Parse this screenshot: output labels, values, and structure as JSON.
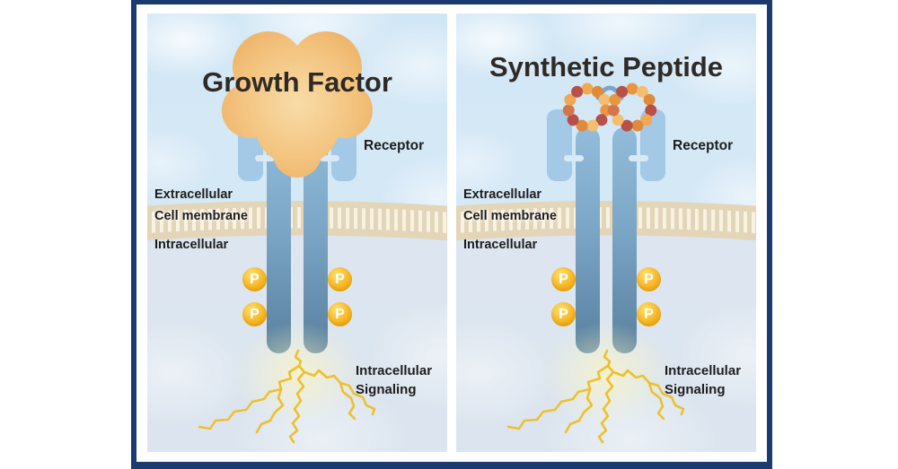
{
  "frame": {
    "border_color": "#1b3a70"
  },
  "panels": [
    {
      "title": "Growth Factor",
      "ligand_name": "growth-factor-blob"
    },
    {
      "title": "Synthetic Peptide",
      "ligand_name": "cyclic-peptide-bead-rings"
    }
  ],
  "labels": {
    "receptor": "Receptor",
    "extracellular": "Extracellular",
    "cell_membrane": "Cell membrane",
    "intracellular": "Intracellular",
    "signaling_line1": "Intracellular",
    "signaling_line2": "Signaling",
    "phosphate": "P"
  },
  "colors": {
    "border_navy": "#1b3a70",
    "panel_background": "#d5e8f6",
    "receptor_arm": "#a3c9e6",
    "receptor_stem_top": "#93bcdb",
    "receptor_stem_bottom": "#587f9e",
    "membrane_base": "#e3d5b8",
    "membrane_stripe": "#f8f2e3",
    "growth_factor_center": "#f8dca8",
    "growth_factor_edge": "#e9a558",
    "phosphate_gold": "#f4b11c",
    "signaling_yellow": "#eec02f",
    "peptide_bridge": "#7da6c6",
    "title_text": "#2f2a25",
    "label_text": "#1d1d1d"
  },
  "peptide": {
    "ring1_colors": [
      "#f0a852",
      "#e08a3c",
      "#f5bd6f",
      "#e8963f",
      "#b65049",
      "#f5bd6f",
      "#e08a3c",
      "#b65049",
      "#d4764a",
      "#f0a852",
      "#b65049"
    ],
    "ring2_colors": [
      "#e8963f",
      "#f5bd6f",
      "#e08a3c",
      "#b65049",
      "#f0a852",
      "#e08a3c",
      "#b65049",
      "#f5bd6f",
      "#d4764a",
      "#e8963f",
      "#b65049"
    ]
  }
}
